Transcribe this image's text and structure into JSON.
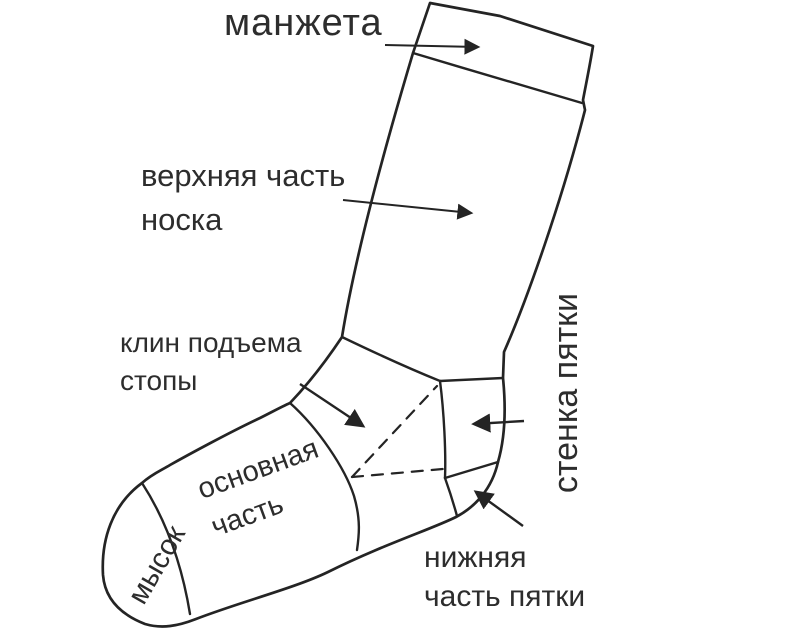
{
  "diagram": {
    "background": "#ffffff",
    "line_color": "#242424",
    "text_color": "#2d2d2d",
    "labels": {
      "cuff": "манжета",
      "upper_sock": {
        "line1": "верхняя часть",
        "line2": "носка"
      },
      "instep_wedge": {
        "line1": "клин подъема",
        "line2": "стопы"
      },
      "heel_wall": "стенка пятки",
      "main_part": {
        "line1": "основная",
        "line2": "часть"
      },
      "toe": "мысок",
      "lower_heel": {
        "line1": "нижняя",
        "line2": "часть пятки"
      }
    }
  }
}
